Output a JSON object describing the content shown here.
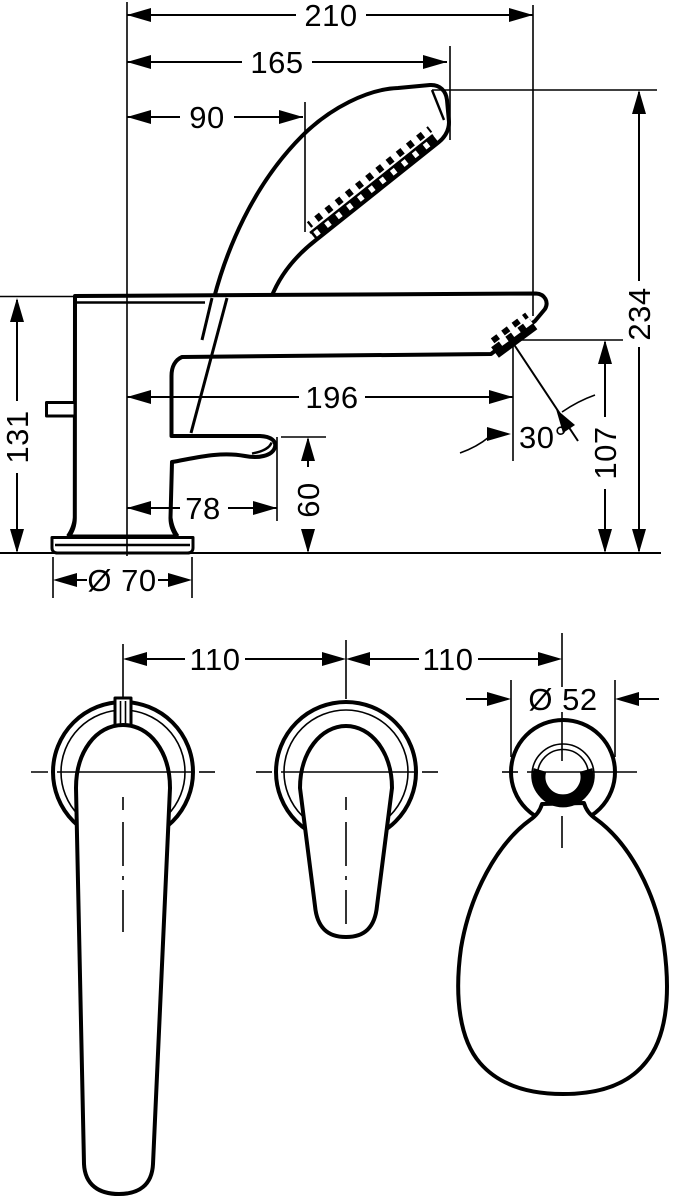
{
  "page": {
    "background": "#ffffff",
    "line_color": "#000000",
    "description": "Technical dimensional drawing of a 3-hole rim-mounted bath mixer with hand shower: side elevation above, three handle top views below"
  },
  "side_view": {
    "dims": {
      "overall_width": "210",
      "shower_head_offset": "165",
      "shower_holder_offset": "90",
      "shower_height": "234",
      "body_height": "131",
      "spout_reach": "196",
      "spout_angle": "30°",
      "spout_outlet_height": "107",
      "lever_reach": "78",
      "lever_height": "60",
      "base_diameter": "Ø 70"
    }
  },
  "top_views": {
    "dims": {
      "spacing_left": "110",
      "spacing_right": "110",
      "valve_escutcheon_diameter": "Ø 52"
    }
  }
}
